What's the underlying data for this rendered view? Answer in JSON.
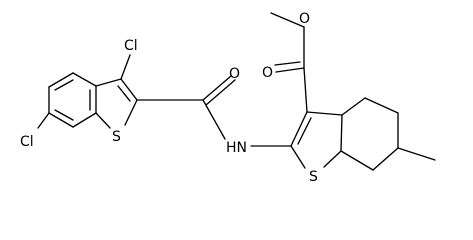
{
  "molecule": {
    "atoms": {
      "cl_top": "Cl",
      "cl_left": "Cl",
      "s_left": "S",
      "s_right": "S",
      "o_amide": "O",
      "o_ester_carbonyl": "O",
      "o_ester_ether": "O",
      "nh": "HN"
    }
  }
}
